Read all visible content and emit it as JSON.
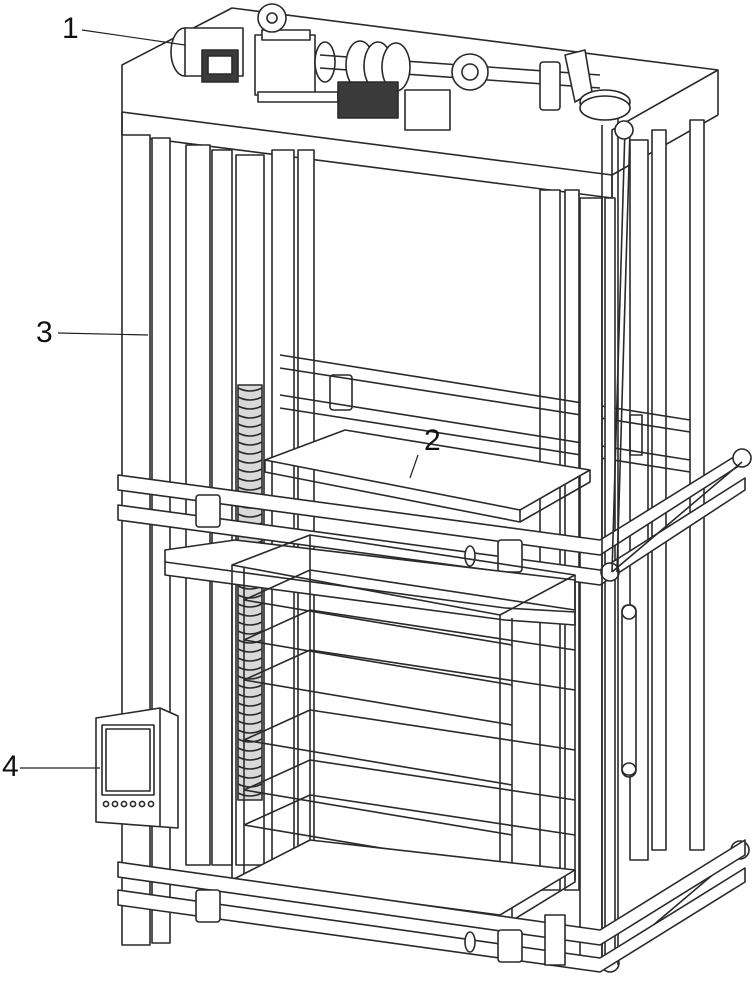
{
  "figure": {
    "callouts": [
      {
        "id": "c1",
        "text": "1",
        "part": "drive-motor-gearbox-assembly"
      },
      {
        "id": "c2",
        "text": "2",
        "part": "lifting-platform"
      },
      {
        "id": "c3",
        "text": "3",
        "part": "frame-column"
      },
      {
        "id": "c4",
        "text": "4",
        "part": "control-panel"
      }
    ]
  },
  "colors": {
    "line": "#2a2a2a",
    "fill": "#ffffff",
    "shade": "#d9d9d9",
    "dark": "#3a3a3a"
  }
}
